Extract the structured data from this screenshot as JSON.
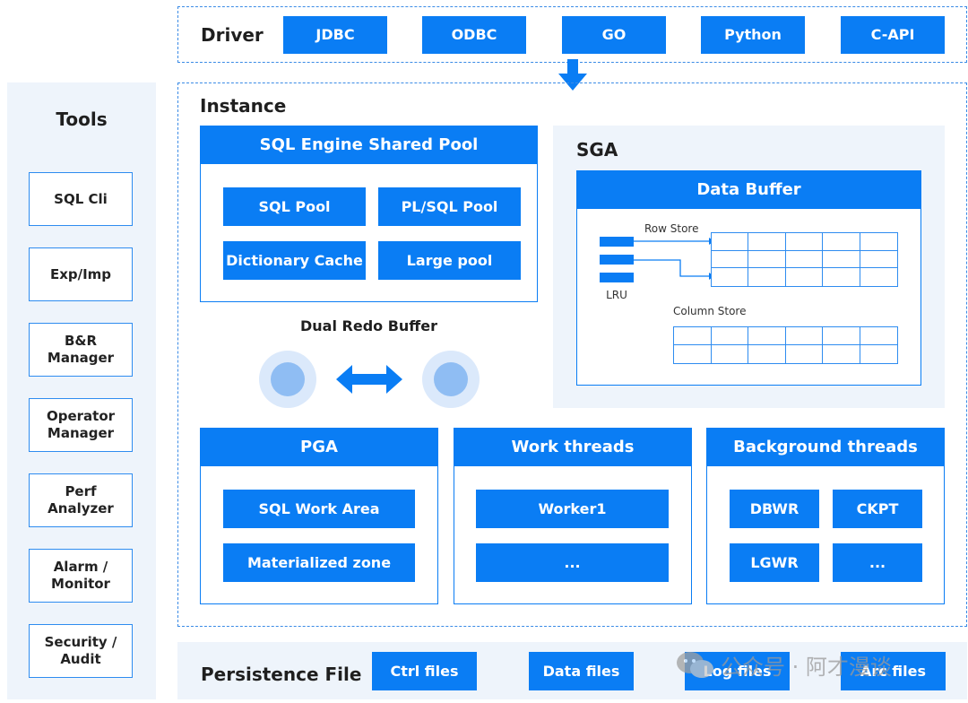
{
  "driver": {
    "title": "Driver",
    "items": [
      "JDBC",
      "ODBC",
      "GO",
      "Python",
      "C-API"
    ]
  },
  "tools": {
    "title": "Tools",
    "items": [
      "SQL Cli",
      "Exp/Imp",
      "B&R\nManager",
      "Operator\nManager",
      "Perf\nAnalyzer",
      "Alarm /\nMonitor",
      "Security /\nAudit"
    ]
  },
  "instance": {
    "title": "Instance",
    "sql_engine": {
      "title": "SQL Engine Shared Pool",
      "items": [
        "SQL Pool",
        "PL/SQL Pool",
        "Dictionary Cache",
        "Large pool"
      ]
    },
    "dual_redo": {
      "label": "Dual Redo Buffer"
    },
    "sga": {
      "title": "SGA",
      "data_buffer": {
        "title": "Data Buffer",
        "row_store_label": "Row Store",
        "column_store_label": "Column Store",
        "lru_label": "LRU"
      }
    },
    "pga": {
      "title": "PGA",
      "items": [
        "SQL Work Area",
        "Materialized zone"
      ]
    },
    "work_threads": {
      "title": "Work threads",
      "items": [
        "Worker1",
        "..."
      ]
    },
    "background_threads": {
      "title": "Background threads",
      "items": [
        "DBWR",
        "CKPT",
        "LGWR",
        "..."
      ]
    }
  },
  "persistence": {
    "title": "Persistence File",
    "items": [
      "Ctrl files",
      "Data files",
      "Log files",
      "Arc files"
    ]
  },
  "watermark": {
    "text": "公众号 · 阿才漫谈"
  },
  "colors": {
    "accent": "#0a7df4",
    "panel": "#eef4fb",
    "border": "#3b8be6"
  }
}
